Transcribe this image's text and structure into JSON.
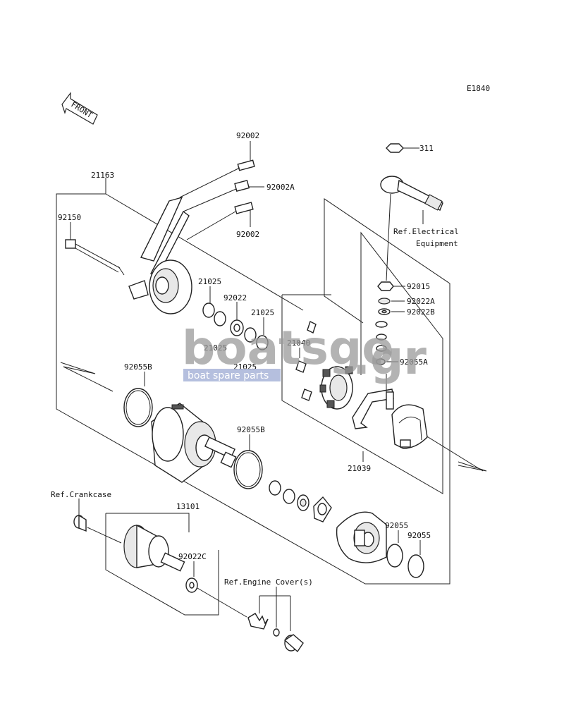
{
  "diagram_code": "E1840",
  "front_label": "FRONT",
  "watermark": {
    "brand": "boatsgo",
    "domain": ".gr",
    "tagline": "boat spare parts"
  },
  "references": {
    "electrical": [
      "Ref.Electrical",
      "Equipment"
    ],
    "crankcase": "Ref.Crankcase",
    "engine_cover": "Ref.Engine Cover(s)"
  },
  "part_labels": {
    "p92002_top": "92002",
    "p92002a": "92002A",
    "p92002_bottom": "92002",
    "p21163": "21163",
    "p92150": "92150",
    "p311": "311",
    "p92015": "92015",
    "p92022a": "92022A",
    "p92022b": "92022B",
    "p92055a": "92055A",
    "p21025_a": "21025",
    "p92022": "92022",
    "p21025_b": "21025",
    "p21025_c": "21025",
    "p21025_d": "21025",
    "p21040": "21040",
    "p92055b_left": "92055B",
    "p92055b_mid": "92055B",
    "p21039": "21039",
    "p13101": "13101",
    "p92022c": "92022C",
    "p92055_a": "92055",
    "p92055_b": "92055"
  }
}
